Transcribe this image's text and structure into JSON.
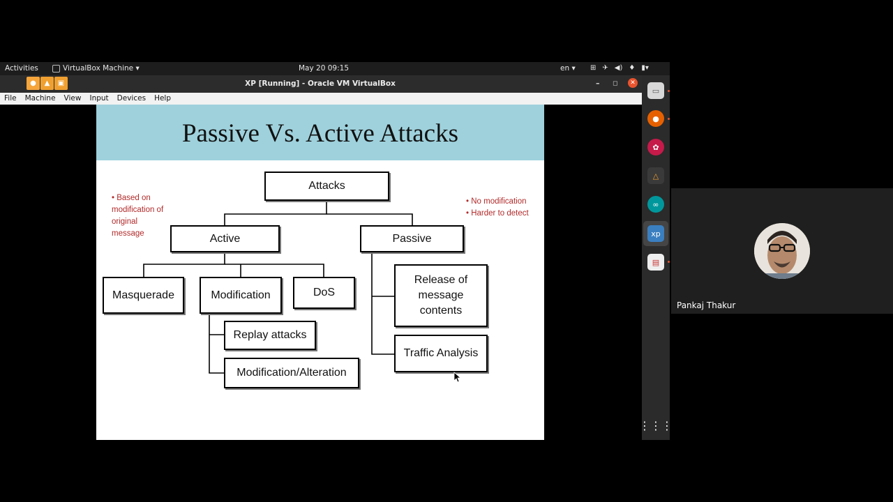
{
  "topbar": {
    "activities": "Activities",
    "app_name": "VirtualBox Machine ▾",
    "clock": "May 20  09:15",
    "lang": "en ▾"
  },
  "vbox": {
    "title": "XP [Running] - Oracle VM VirtualBox",
    "menu": [
      "File",
      "Machine",
      "View",
      "Input",
      "Devices",
      "Help"
    ]
  },
  "slide": {
    "title": "Passive Vs. Active Attacks",
    "left_note": [
      "• Based on",
      "modification of",
      "original",
      "message"
    ],
    "right_note": [
      "• No modification",
      "• Harder to detect"
    ],
    "nodes": {
      "attacks": "Attacks",
      "active": "Active",
      "passive": "Passive",
      "masquerade": "Masquerade",
      "modification": "Modification",
      "dos": "DoS",
      "replay": "Replay attacks",
      "modalt": "Modification/Alteration",
      "release": [
        "Release of",
        "message",
        "contents"
      ],
      "traffic": "Traffic Analysis"
    }
  },
  "call": {
    "participant": "Pankaj Thakur"
  },
  "colors": {
    "slide_header": "#9ed1dc",
    "note_red": "#b22a2a",
    "ubuntu_orange": "#e9542e"
  }
}
